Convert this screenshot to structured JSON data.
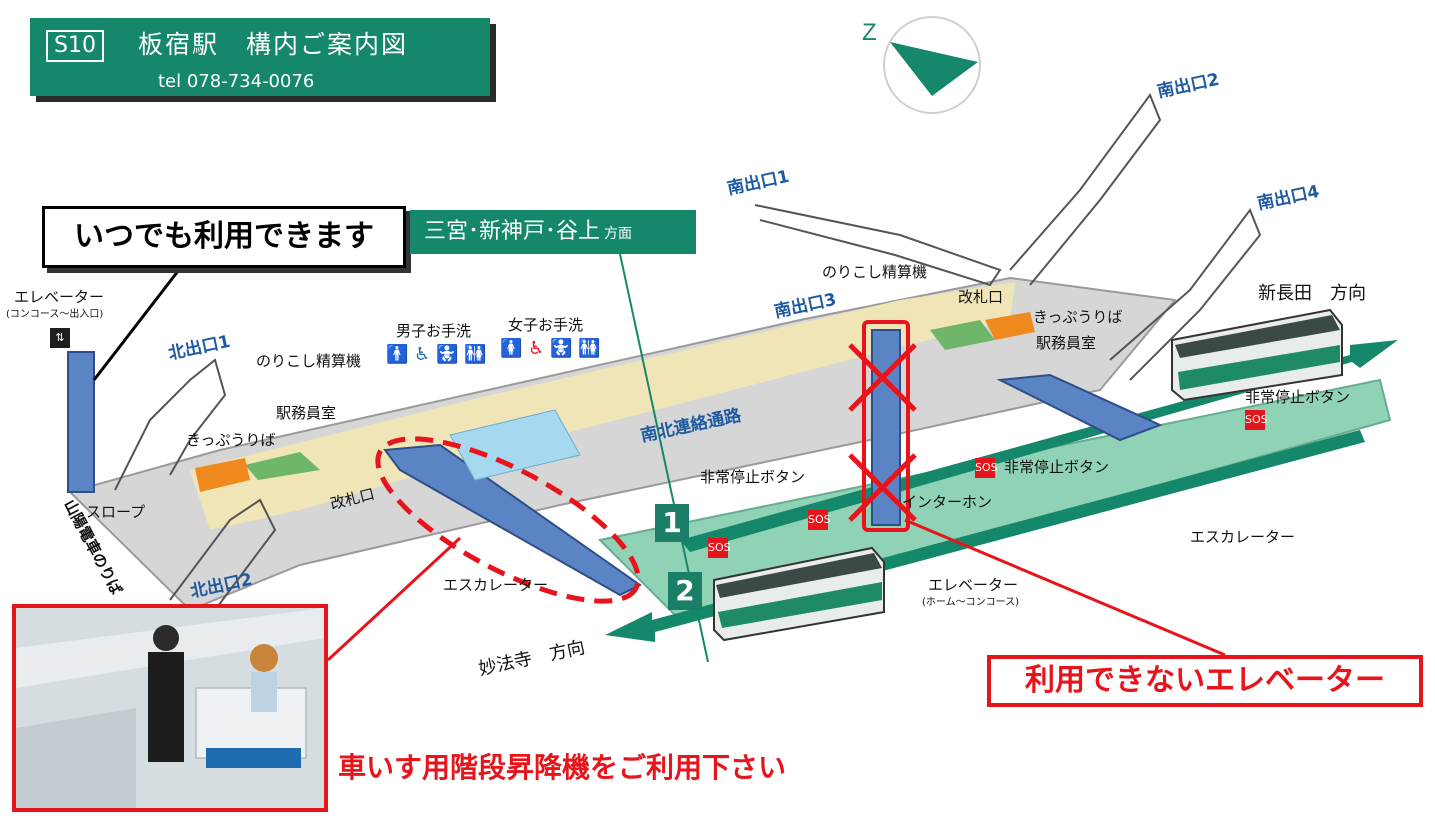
{
  "header": {
    "code": "S10",
    "name": "板宿駅　構内ご案内図",
    "tel": "tel 078-734-0076"
  },
  "callouts": {
    "always_available": "いつでも利用できます",
    "direction_sannomiya": "三宮･新神戸･谷上",
    "direction_suffix": "方面",
    "unavailable_elevator": "利用できないエレベーター",
    "wheelchair_lift_note": "車いす用階段昇降機をご利用下さい"
  },
  "labels": {
    "elevator_concourse_exit": "エレベーター",
    "elevator_concourse_exit_sub": "(コンコース～出入口)",
    "north_exit_1": "北出口1",
    "north_exit_2": "北出口2",
    "south_exit_1": "南出口1",
    "south_exit_2": "南出口2",
    "south_exit_3": "南出口3",
    "south_exit_4": "南出口4",
    "mens_toilet": "男子お手洗",
    "womens_toilet": "女子お手洗",
    "fare_adjust_left": "のりこし精算機",
    "fare_adjust_right": "のりこし精算機",
    "station_office_left": "駅務員室",
    "station_office_right": "駅務員室",
    "ticket_left": "きっぷうりば",
    "ticket_right": "きっぷうりば",
    "gate_left": "改札口",
    "gate_right": "改札口",
    "slope": "スロープ",
    "sanyo": "山陽電車のりば",
    "ns_passage": "南北連絡通路",
    "emergency_stop_left": "非常停止ボタン",
    "emergency_stop_mid": "非常停止ボタン",
    "emergency_stop_right": "非常停止ボタン",
    "intercom": "インターホン",
    "escalator_left": "エスカレーター",
    "escalator_right": "エスカレーター",
    "elevator_platform": "エレベーター",
    "elevator_platform_sub": "(ホーム～コンコース)",
    "shin_nagata": "新長田　方向",
    "myohoji": "妙法寺　方向",
    "platform_1": "1",
    "platform_2": "2"
  },
  "colors": {
    "brand_green": "#15876a",
    "alert_red": "#e8141b",
    "floor_grey": "#d4d4d4",
    "platform_green": "#8fd2b5",
    "concourse_yellow": "#f2e7b4",
    "elevator_blue": "#5b84c4"
  }
}
